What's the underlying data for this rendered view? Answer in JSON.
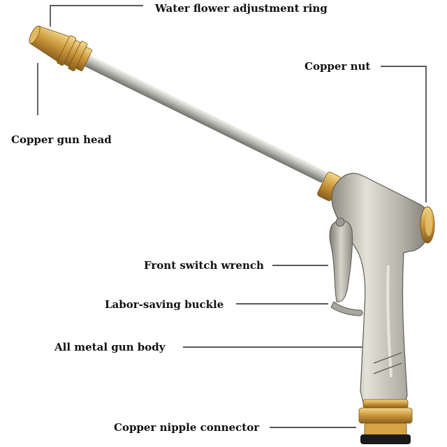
{
  "labels": {
    "water_flower_ring": "Water flower adjustment ring",
    "copper_nut": "Copper nut",
    "copper_gun_head": "Copper gun head",
    "front_switch_wrench": "Front switch wrench",
    "labor_saving_buckle": "Labor-saving buckle",
    "all_metal_gun_body": "All metal gun body",
    "copper_nipple_connector": "Copper nipple connector"
  },
  "colors": {
    "brass": "#c9953a",
    "brass_light": "#f0cf7a",
    "steel": "#a9a9a6",
    "steel_light": "#e6e6e2",
    "body": "#b9b7ad",
    "connector_black": "#1a1a1a",
    "leader_line": "#222222"
  }
}
